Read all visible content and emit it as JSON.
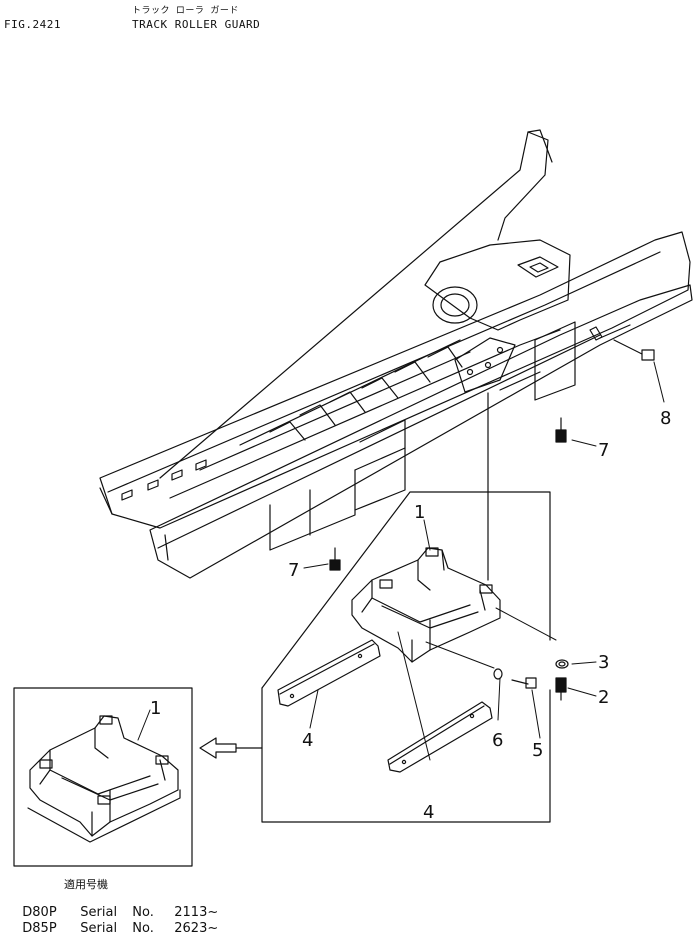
{
  "header": {
    "fig_number": "FIG.2421",
    "japanese_title": "トラック ローラ ガード",
    "title": "TRACK ROLLER GUARD"
  },
  "callouts": {
    "c1_main": "1",
    "c1_inset": "1",
    "c2": "2",
    "c3": "3",
    "c4_left": "4",
    "c4_bottom": "4",
    "c5": "5",
    "c6": "6",
    "c7_left": "7",
    "c7_right": "7",
    "c8": "8"
  },
  "applicability": {
    "label": "適用号機",
    "rows": [
      {
        "model": "D80P",
        "serial_label": "Serial",
        "no_label": "No.",
        "serial": "2113~"
      },
      {
        "model": "D85P",
        "serial_label": "Serial",
        "no_label": "No.",
        "serial": "2623~"
      }
    ]
  }
}
